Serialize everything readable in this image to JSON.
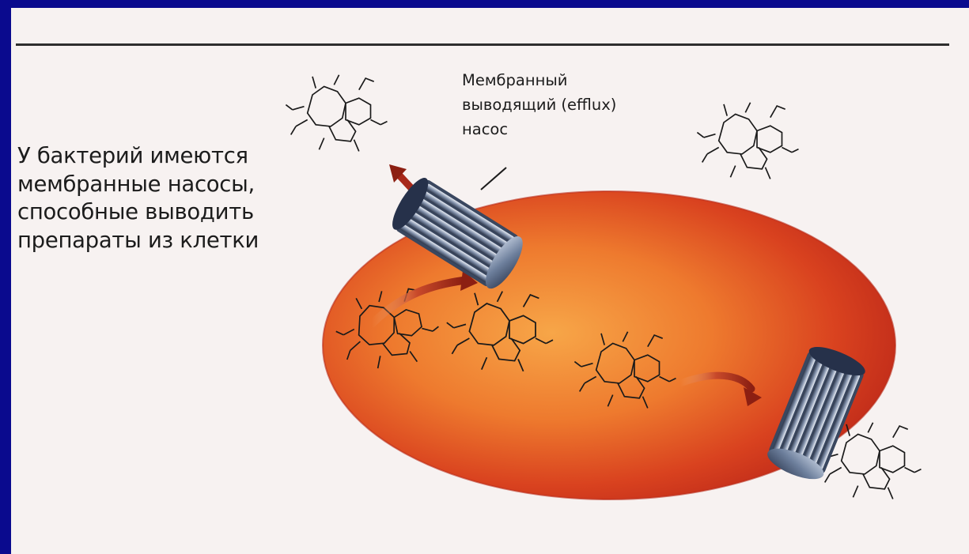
{
  "caption": {
    "lines": [
      "У бактерий имеются",
      "мембранные насосы,",
      "способные выводить",
      "препараты из клетки"
    ]
  },
  "pump_label": {
    "lines": [
      "Мембранный",
      "выводящий (efflux)",
      "насос"
    ]
  },
  "colors": {
    "slide_border": "#0a0a8e",
    "background": "#f7f2f1",
    "cell_outer": "#c9311d",
    "cell_inner": "#f29a3a",
    "pump": "#5c6f8c",
    "arrow": "#9e2416"
  }
}
